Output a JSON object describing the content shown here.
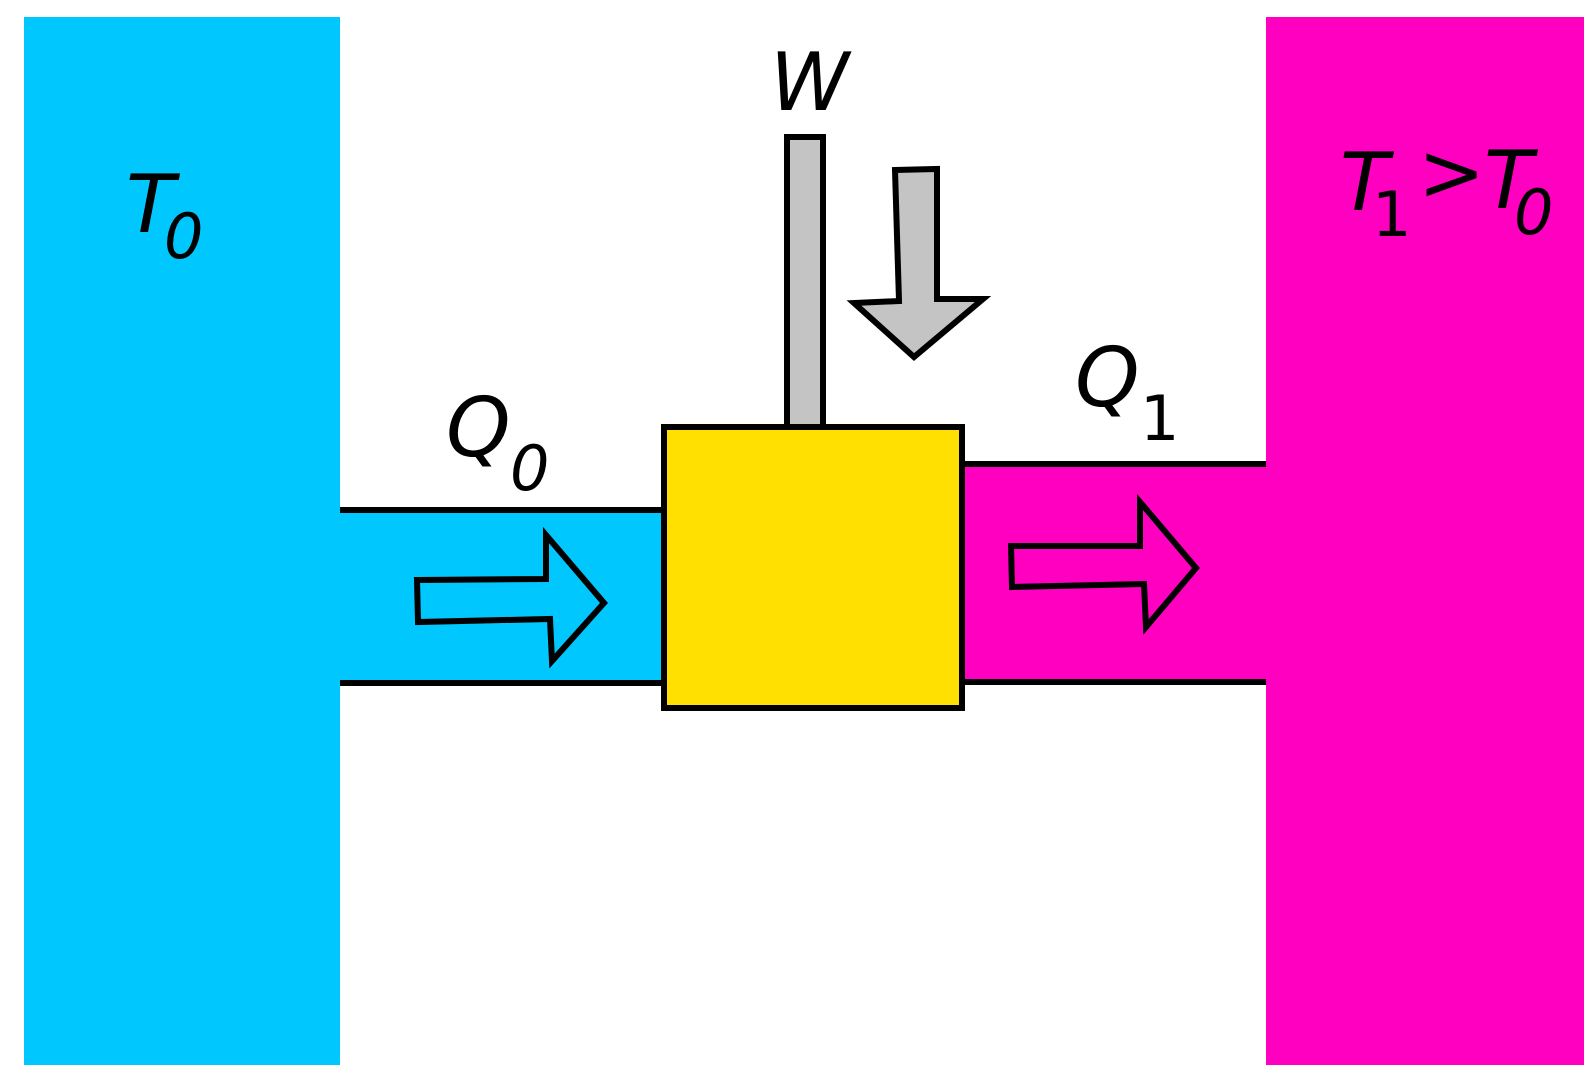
{
  "colors": {
    "cold": "#00C8FF",
    "hot": "#FF00C0",
    "machine": "#FFE000",
    "shaft": "#C4C4C4",
    "stroke": "#000000",
    "background": "#FFFFFF"
  },
  "cold_reservoir": {
    "label_main": "T",
    "label_sub": "0"
  },
  "hot_reservoir": {
    "label_main": "T",
    "label_sub": "1",
    "comparator": ">",
    "label_main_2": "T",
    "label_sub_2": "0"
  },
  "heat_in": {
    "label_main": "Q",
    "label_sub": "0"
  },
  "heat_out": {
    "label_main": "Q",
    "label_sub": "1"
  },
  "work": {
    "label": "W"
  }
}
